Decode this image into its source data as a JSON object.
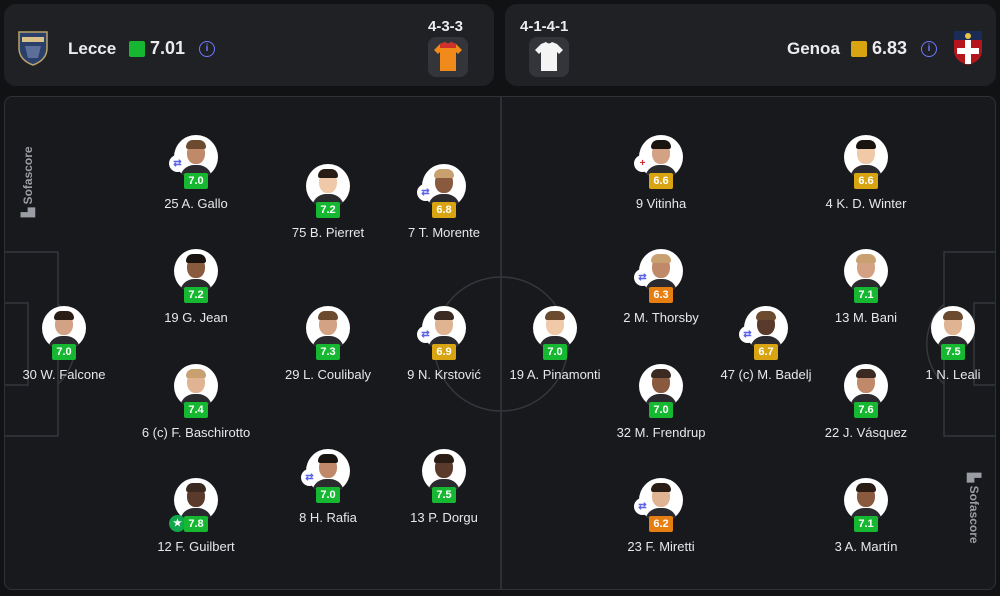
{
  "colors": {
    "green": "#16b832",
    "amber": "#d9a411",
    "orange": "#e67e12",
    "teal": "#1bbd7a",
    "sub_blue": "#5b63e6",
    "star_green": "#11a84c"
  },
  "home": {
    "name": "Lecce",
    "rating": "7.01",
    "rating_color": "#16b832",
    "formation": "4-3-3",
    "crest_icon": "lecce-crest-icon",
    "jersey_icon": "orange-jersey-icon"
  },
  "away": {
    "name": "Genoa",
    "rating": "6.83",
    "rating_color": "#d9a411",
    "formation": "4-1-4-1",
    "crest_icon": "genoa-crest-icon",
    "jersey_icon": "white-jersey-icon"
  },
  "brand": "Sofascore",
  "players": [
    {
      "label": "30 W. Falcone",
      "rating": "7.0",
      "color": "#16b832"
    },
    {
      "label": "25 A. Gallo",
      "rating": "7.0",
      "color": "#16b832",
      "badge": "sub"
    },
    {
      "label": "19 G. Jean",
      "rating": "7.2",
      "color": "#16b832"
    },
    {
      "label": "6 (c) F. Baschirotto",
      "rating": "7.4",
      "color": "#16b832"
    },
    {
      "label": "12 F. Guilbert",
      "rating": "7.8",
      "color": "#16b832",
      "badge": "star"
    },
    {
      "label": "75 B. Pierret",
      "rating": "7.2",
      "color": "#16b832"
    },
    {
      "label": "29 L. Coulibaly",
      "rating": "7.3",
      "color": "#16b832"
    },
    {
      "label": "8 H. Rafia",
      "rating": "7.0",
      "color": "#16b832",
      "badge": "sub"
    },
    {
      "label": "7 T. Morente",
      "rating": "6.8",
      "color": "#d9a411",
      "badge": "sub"
    },
    {
      "label": "9 N. Krstović",
      "rating": "6.9",
      "color": "#d9a411",
      "badge": "sub"
    },
    {
      "label": "13 P. Dorgu",
      "rating": "7.5",
      "color": "#16b832"
    },
    {
      "label": "19 A. Pinamonti",
      "rating": "7.0",
      "color": "#16b832"
    },
    {
      "label": "9 Vitinha",
      "rating": "6.6",
      "color": "#d9a411",
      "badge": "injury"
    },
    {
      "label": "2 M. Thorsby",
      "rating": "6.3",
      "color": "#e67e12",
      "badge": "sub"
    },
    {
      "label": "32 M. Frendrup",
      "rating": "7.0",
      "color": "#16b832"
    },
    {
      "label": "23 F. Miretti",
      "rating": "6.2",
      "color": "#e67e12",
      "badge": "sub"
    },
    {
      "label": "47 (c) M. Badelj",
      "rating": "6.7",
      "color": "#d9a411",
      "badge": "sub"
    },
    {
      "label": "4 K. D. Winter",
      "rating": "6.6",
      "color": "#d9a411"
    },
    {
      "label": "13 M. Bani",
      "rating": "7.1",
      "color": "#16b832"
    },
    {
      "label": "22 J. Vásquez",
      "rating": "7.6",
      "color": "#16b832"
    },
    {
      "label": "3 A. Martín",
      "rating": "7.1",
      "color": "#16b832"
    },
    {
      "label": "1 N. Leali",
      "rating": "7.5",
      "color": "#16b832"
    }
  ]
}
